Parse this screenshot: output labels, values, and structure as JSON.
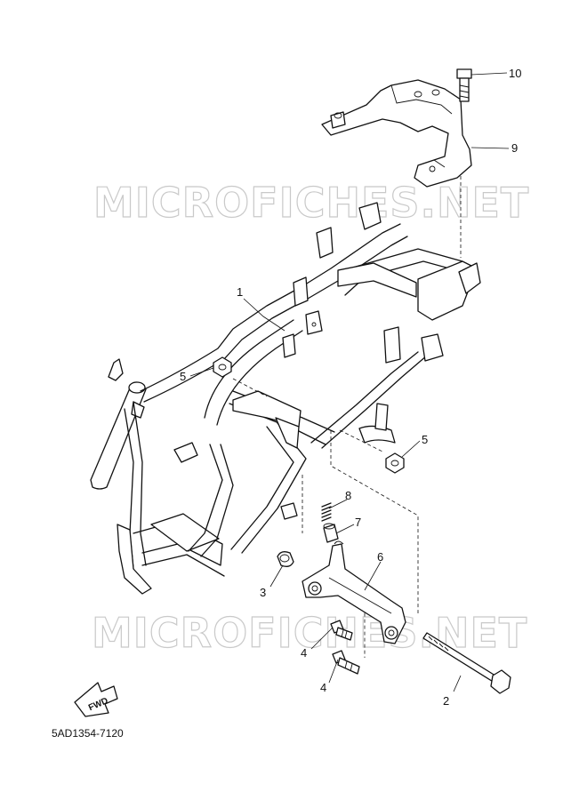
{
  "diagram": {
    "callouts": [
      {
        "id": "c1",
        "label": "1"
      },
      {
        "id": "c2",
        "label": "2"
      },
      {
        "id": "c3",
        "label": "3"
      },
      {
        "id": "c4a",
        "label": "4"
      },
      {
        "id": "c4b",
        "label": "4"
      },
      {
        "id": "c5a",
        "label": "5"
      },
      {
        "id": "c5b",
        "label": "5"
      },
      {
        "id": "c6",
        "label": "6"
      },
      {
        "id": "c7",
        "label": "7"
      },
      {
        "id": "c8",
        "label": "8"
      },
      {
        "id": "c9",
        "label": "9"
      },
      {
        "id": "c10",
        "label": "10"
      }
    ],
    "watermark": "MICROFICHES.NET",
    "fwd_label": "FWD",
    "drawing_code": "5AD1354-7120"
  }
}
